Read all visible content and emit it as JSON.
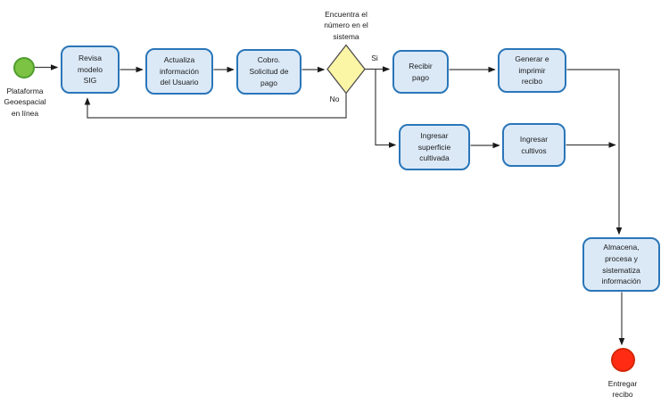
{
  "flowchart": {
    "start_label": "Plataforma\nGeoespacial\nen línea",
    "nodes": {
      "revisa": "Revisa\nmodelo\nSIG",
      "actualiza": "Actualiza\ninformación\ndel Usuario",
      "cobro": "Cobro.\nSolicitud de\npago",
      "decision_label": "Encuentra el\nnúmero en el\nsistema",
      "recibir": "Recibir\npago",
      "generar": "Generar e\nimprimir\nrecibo",
      "superficie": "Ingresar\nsuperficie\ncultivada",
      "cultivos": "Ingresar\ncultivos",
      "almacena": "Almacena,\nprocesa y\nsistematiza\ninformación",
      "end_label": "Entregar\nrecibo"
    },
    "edge_labels": {
      "yes": "Si",
      "no": "No"
    },
    "colors": {
      "task_fill": "#dbe9f7",
      "task_border": "#2a76b8",
      "decision_fill": "#fbf5a6",
      "decision_border": "#4d4d4d",
      "start_fill": "#7cc243",
      "start_border": "#4f9d2d",
      "end_fill": "#ff2b12",
      "end_border": "#d42808",
      "line": "#404040"
    }
  }
}
